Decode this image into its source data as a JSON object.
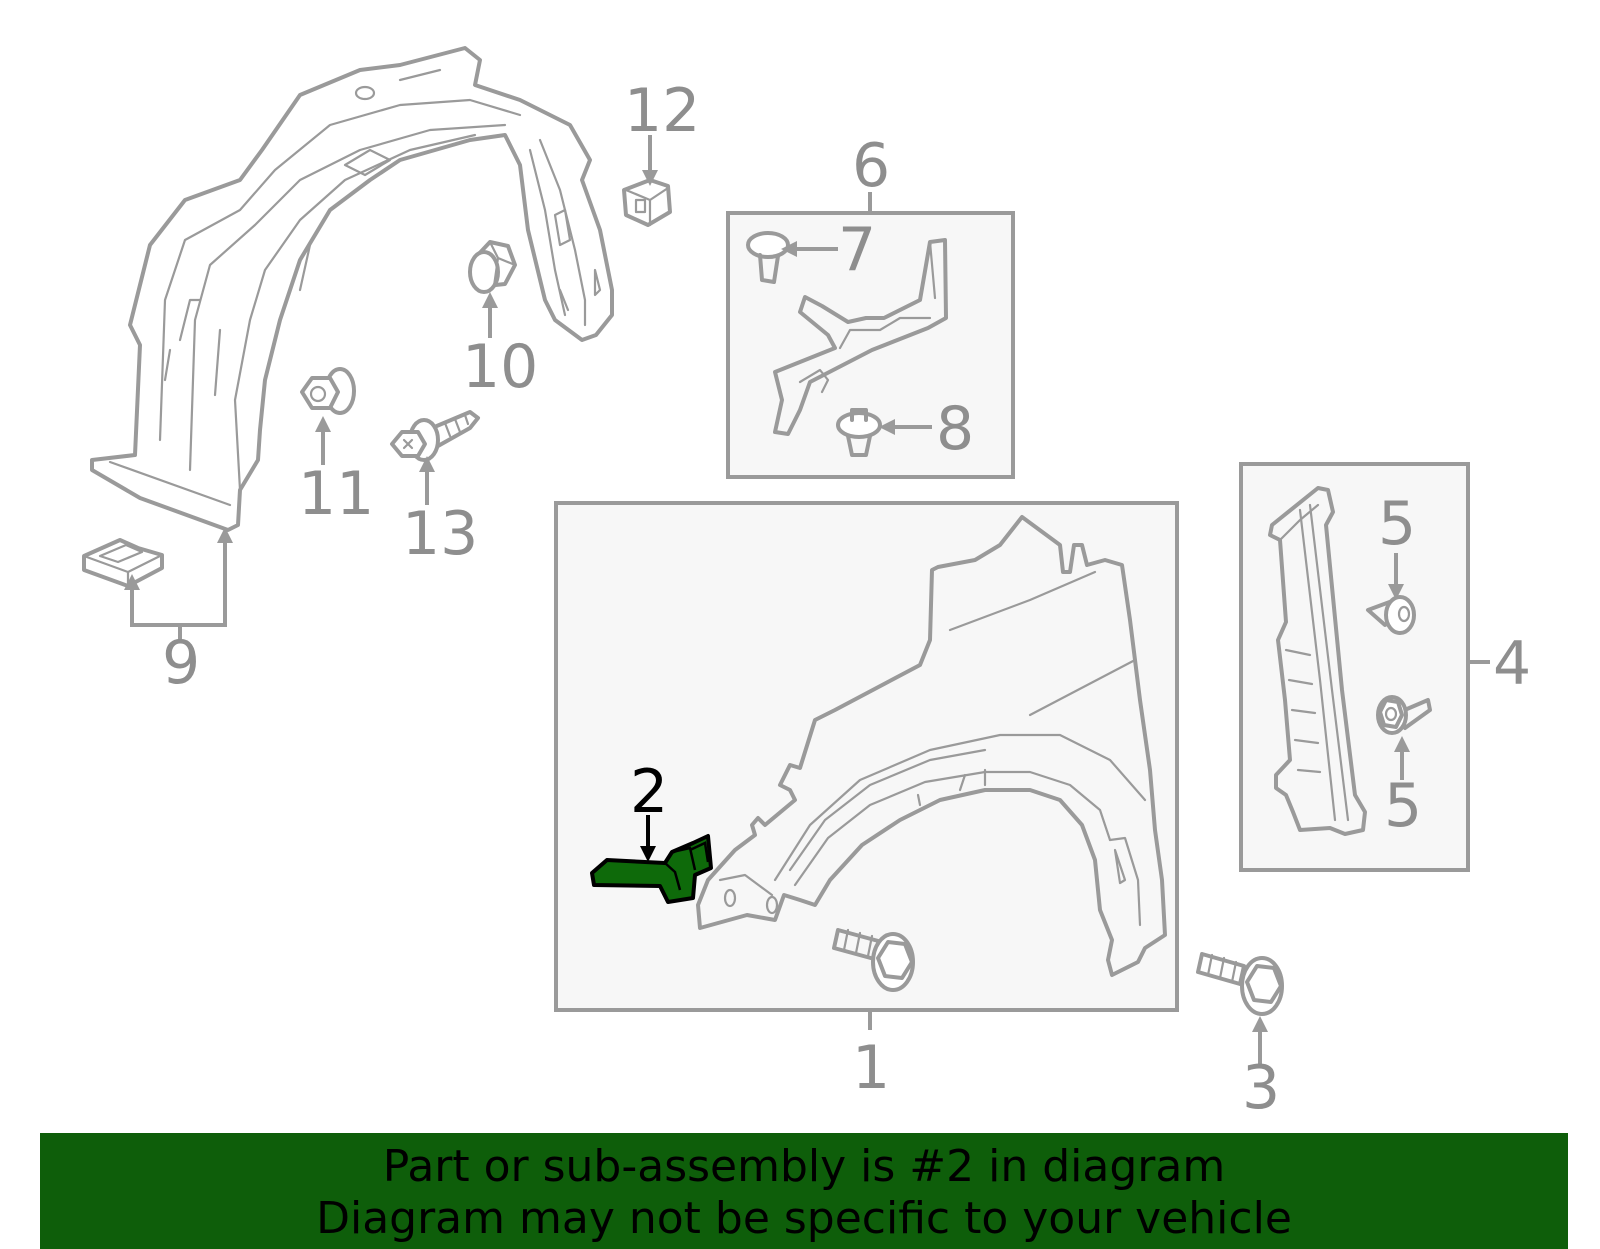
{
  "highlight_color": "#0e6a0a",
  "banner_color": "#0e5e0a",
  "callouts": {
    "c1": "1",
    "c2": "2",
    "c3": "3",
    "c4": "4",
    "c5a": "5",
    "c5b": "5",
    "c6": "6",
    "c7": "7",
    "c8": "8",
    "c9": "9",
    "c10": "10",
    "c11": "11",
    "c12": "12",
    "c13": "13"
  },
  "banner": {
    "line1": "Part or sub-assembly is #2 in diagram",
    "line2": "Diagram may not be specific to your vehicle"
  }
}
